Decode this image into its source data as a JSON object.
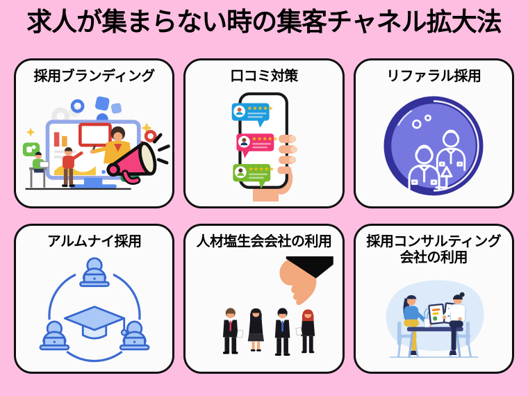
{
  "title": "求人が集まらない時の集客チャネル拡大法",
  "theme": {
    "bg_pink": "#FDBEE1",
    "card_bg": "#FBFBFB",
    "card_border": "#0F0F0F",
    "title_color": "#000000",
    "accent_megaphone_pink": "#F5407E",
    "accent_review_blue": "#1E9BDE",
    "accent_review_pink": "#F0316F",
    "accent_review_green": "#79B92F",
    "accent_star_gold": "#EFC319",
    "accent_referral_ring": "#34319B",
    "accent_referral_fill": "#7678E0",
    "accent_alumni_stroke": "#3566CE",
    "accent_alumni_fill": "#A9C8F7",
    "accent_skin": "#F2A97E",
    "accent_suit_black": "#17171D",
    "accent_consult_table": "#39437E",
    "accent_consult_blob": "#DCEAF9"
  },
  "cards": [
    {
      "title": "採用ブランディング",
      "illustration": "megaphone-monitor-team"
    },
    {
      "title": "口コミ対策",
      "illustration": "hand-phone-review-bubbles"
    },
    {
      "title": "リファラル採用",
      "illustration": "two-businessmen-badge"
    },
    {
      "title": "アルムナイ採用",
      "illustration": "alumni-network-graduation-cap"
    },
    {
      "title": "人材塩生会会社の利用",
      "illustration": "hand-picking-candidates"
    },
    {
      "title": "採用コンサルティング\n会社の利用",
      "illustration": "consulting-meeting-table"
    }
  ]
}
